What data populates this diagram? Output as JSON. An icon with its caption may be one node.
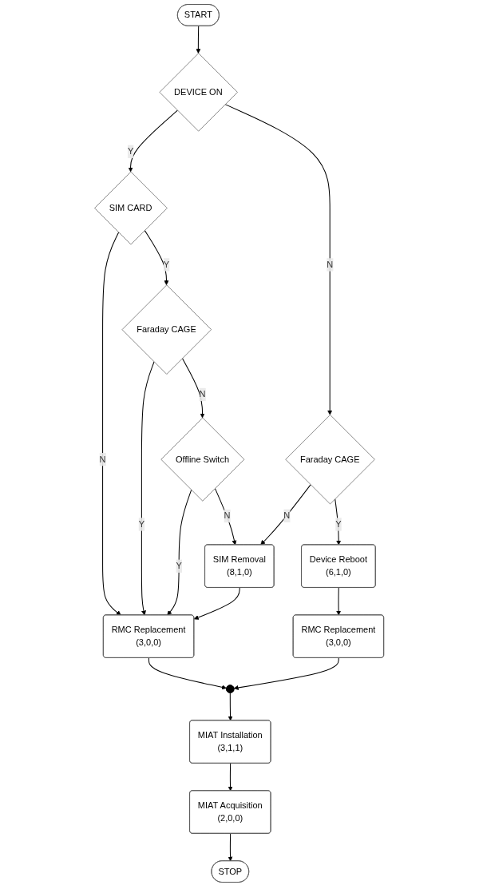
{
  "diagram": {
    "nodes": [
      {
        "text": [
          "START"
        ]
      },
      {
        "text": [
          "DEVICE ON"
        ]
      },
      {
        "text": [
          "SIM CARD"
        ]
      },
      {
        "text": [
          "Faraday CAGE"
        ]
      },
      {
        "text": [
          "Faraday CAGE"
        ]
      },
      {
        "text": [
          "Device Reboot",
          "(6,1,0)"
        ]
      },
      {
        "text": [
          "Offline Switch"
        ]
      },
      {
        "text": [
          "SIM Removal",
          "(8,1,0)"
        ]
      },
      {
        "text": [
          "RMC Replacement",
          "(3,0,0)"
        ]
      },
      {
        "text": [],
        "shape": "circle"
      },
      {
        "text": [
          "RMC Replacement",
          "(3,0,0)"
        ]
      },
      {
        "text": [
          "MIAT Installation",
          "(3,1,1)"
        ]
      },
      {
        "text": [
          "MIAT Acquisition",
          "(2,0,0)"
        ]
      },
      {
        "text": [
          "STOP"
        ]
      }
    ],
    "edges": [
      {
        "from": 0,
        "to": 1,
        "arrow": "to"
      },
      {
        "from": 1,
        "to": 2,
        "arrow": "to",
        "label": "Y"
      },
      {
        "from": 1,
        "to": 3,
        "arrow": "to",
        "label": "N"
      },
      {
        "from": 2,
        "to": 4,
        "arrow": "to",
        "label": "Y"
      },
      {
        "from": 2,
        "to": 8,
        "arrow": "to",
        "label": "N"
      },
      {
        "from": 4,
        "to": 8,
        "arrow": "to",
        "label": "Y"
      },
      {
        "from": 4,
        "to": 6,
        "arrow": "to",
        "label": "N"
      },
      {
        "from": 6,
        "to": 8,
        "arrow": "to",
        "label": "Y"
      },
      {
        "from": 6,
        "to": 7,
        "arrow": "to",
        "label": "N"
      },
      {
        "from": 3,
        "to": 7,
        "arrow": "to",
        "label": "N"
      },
      {
        "from": 3,
        "to": 5,
        "arrow": "to",
        "label": "Y"
      },
      {
        "from": 7,
        "to": 8,
        "arrow": "to"
      },
      {
        "from": 5,
        "to": 10,
        "arrow": "to"
      },
      {
        "from": 8,
        "to": 9,
        "arrow": "to"
      },
      {
        "from": 10,
        "to": 9,
        "arrow": "to"
      },
      {
        "from": 9,
        "to": 11,
        "arrow": "to"
      },
      {
        "from": 11,
        "to": 12,
        "arrow": "to"
      },
      {
        "from": 12,
        "to": 13,
        "arrow": "to"
      }
    ]
  }
}
